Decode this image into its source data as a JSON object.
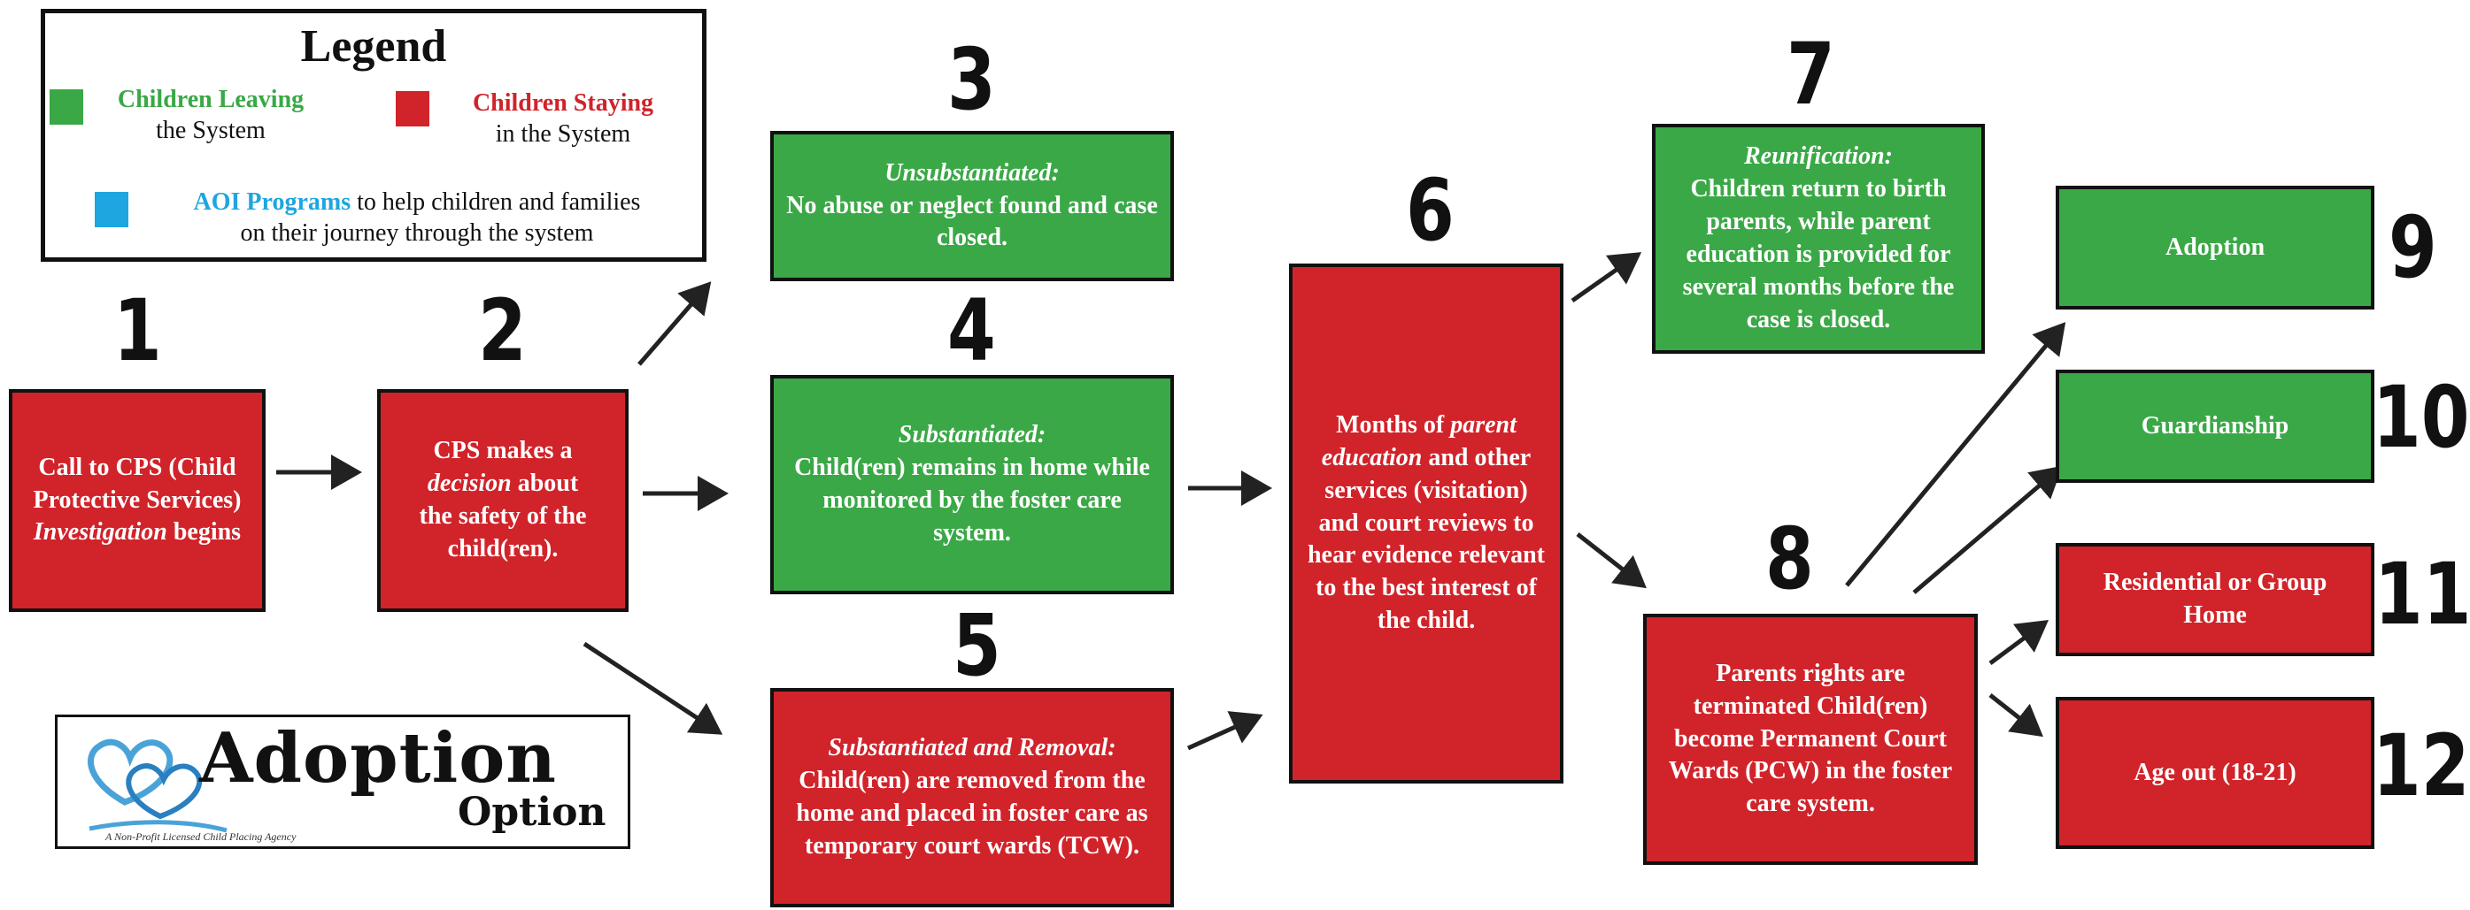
{
  "legend": {
    "title": "Legend",
    "leaving_head": "Children Leaving",
    "leaving_tail": "the System",
    "staying_head": "Children Staying",
    "staying_tail": "in the System",
    "aoi_head": "AOI Programs",
    "aoi_tail_1": "to help children and families",
    "aoi_tail_2": "on their journey through the system"
  },
  "colors": {
    "leaving": "#3aa846",
    "staying": "#d1232a",
    "aoi": "#1da6e0"
  },
  "steps": {
    "s1": {
      "number": "1",
      "line1": "Call to CPS (Child",
      "line2": "Protective Services)",
      "em": "Investigation",
      "rest": " begins"
    },
    "s2": {
      "number": "2",
      "line1": "CPS makes a",
      "em": "decision",
      "rest": " about",
      "line3": "the safety of the",
      "line4": "child(ren)."
    },
    "s3": {
      "number": "3",
      "head": "Unsubstantiated:",
      "body": "No abuse or neglect found and case closed."
    },
    "s4": {
      "number": "4",
      "head": "Substantiated:",
      "body": "Child(ren) remains in home while monitored by the foster care system."
    },
    "s5": {
      "number": "5",
      "head": "Substantiated and  Removal:",
      "body": "Child(ren) are removed from the home and placed in foster care as temporary court wards (TCW)."
    },
    "s6": {
      "number": "6",
      "pre": "Months of ",
      "em1": "parent",
      "em2": "education",
      "body": " and other services (visitation) and court reviews to hear evidence relevant to the best interest of the child."
    },
    "s7": {
      "number": "7",
      "head": "Reunification:",
      "body": "Children return to birth parents,  while parent education is provided for several months before the case is closed."
    },
    "s8": {
      "number": "8",
      "body": "Parents rights are terminated Child(ren) become Permanent Court Wards (PCW) in the foster care system."
    },
    "s9": {
      "number": "9",
      "label": "Adoption"
    },
    "s10": {
      "number": "10",
      "label": "Guardianship"
    },
    "s11": {
      "number": "11",
      "label": "Residential or Group Home"
    },
    "s12": {
      "number": "12",
      "label": "Age out (18-21)"
    }
  },
  "logo": {
    "name_1": "Adoption",
    "name_2": "Option",
    "tagline": "A Non-Profit Licensed Child Placing Agency"
  }
}
